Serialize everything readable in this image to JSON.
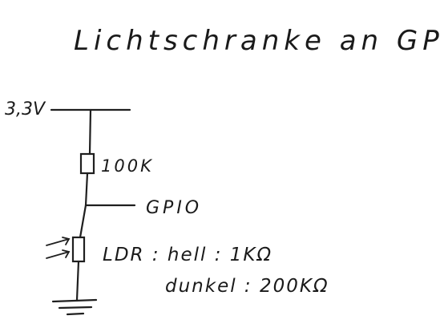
{
  "diagram": {
    "title": "Lichtschranke an GPIO",
    "supply_label": "3,3V",
    "resistor_label": "100K",
    "gpio_label": "GPIO",
    "ldr_line1": "LDR : hell : 1KΩ",
    "ldr_line2": "dunkel : 200KΩ"
  },
  "colors": {
    "ink": "#1f1f1f",
    "paper": "#ffffff"
  }
}
